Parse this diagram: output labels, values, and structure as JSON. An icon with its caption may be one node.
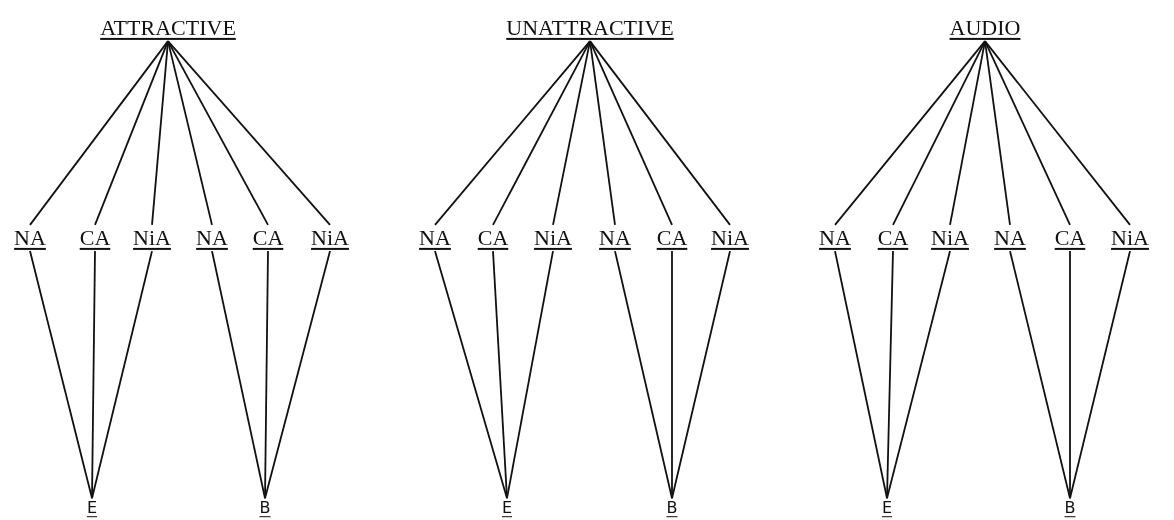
{
  "diagram": {
    "nodes": [
      {
        "text": [
          "ATTRACTIVE"
        ]
      },
      {
        "text": [
          "NA"
        ]
      },
      {
        "text": [
          "CA"
        ]
      },
      {
        "text": [
          "NiA"
        ]
      },
      {
        "text": [
          "NA"
        ]
      },
      {
        "text": [
          "CA"
        ]
      },
      {
        "text": [
          "NiA"
        ]
      },
      {
        "text": [
          "E"
        ]
      },
      {
        "text": [
          "B"
        ]
      },
      {
        "text": [
          "UNATTRACTIVE"
        ]
      },
      {
        "text": [
          "NA"
        ]
      },
      {
        "text": [
          "CA"
        ]
      },
      {
        "text": [
          "NiA"
        ]
      },
      {
        "text": [
          "NA"
        ]
      },
      {
        "text": [
          "CA"
        ]
      },
      {
        "text": [
          "NiA"
        ]
      },
      {
        "text": [
          "E"
        ]
      },
      {
        "text": [
          "B"
        ]
      },
      {
        "text": [
          "AUDIO"
        ]
      },
      {
        "text": [
          "NA"
        ]
      },
      {
        "text": [
          "CA"
        ]
      },
      {
        "text": [
          "NiA"
        ]
      },
      {
        "text": [
          "NA"
        ]
      },
      {
        "text": [
          "CA"
        ]
      },
      {
        "text": [
          "NiA"
        ]
      },
      {
        "text": [
          "E"
        ]
      },
      {
        "text": [
          "B"
        ]
      }
    ],
    "edges": [
      {
        "from": 0,
        "to": 1,
        "arrow": "none"
      },
      {
        "from": 0,
        "to": 2,
        "arrow": "none"
      },
      {
        "from": 0,
        "to": 3,
        "arrow": "none"
      },
      {
        "from": 0,
        "to": 4,
        "arrow": "none"
      },
      {
        "from": 0,
        "to": 5,
        "arrow": "none"
      },
      {
        "from": 0,
        "to": 6,
        "arrow": "none"
      },
      {
        "from": 1,
        "to": 7,
        "arrow": "none"
      },
      {
        "from": 2,
        "to": 7,
        "arrow": "none"
      },
      {
        "from": 3,
        "to": 7,
        "arrow": "none"
      },
      {
        "from": 4,
        "to": 8,
        "arrow": "none"
      },
      {
        "from": 5,
        "to": 8,
        "arrow": "none"
      },
      {
        "from": 6,
        "to": 8,
        "arrow": "none"
      },
      {
        "from": 9,
        "to": 10,
        "arrow": "none"
      },
      {
        "from": 9,
        "to": 11,
        "arrow": "none"
      },
      {
        "from": 9,
        "to": 12,
        "arrow": "none"
      },
      {
        "from": 9,
        "to": 13,
        "arrow": "none"
      },
      {
        "from": 9,
        "to": 14,
        "arrow": "none"
      },
      {
        "from": 9,
        "to": 15,
        "arrow": "none"
      },
      {
        "from": 10,
        "to": 16,
        "arrow": "none"
      },
      {
        "from": 11,
        "to": 16,
        "arrow": "none"
      },
      {
        "from": 12,
        "to": 16,
        "arrow": "none"
      },
      {
        "from": 13,
        "to": 17,
        "arrow": "none"
      },
      {
        "from": 14,
        "to": 17,
        "arrow": "none"
      },
      {
        "from": 15,
        "to": 17,
        "arrow": "none"
      },
      {
        "from": 18,
        "to": 19,
        "arrow": "none"
      },
      {
        "from": 18,
        "to": 20,
        "arrow": "none"
      },
      {
        "from": 18,
        "to": 21,
        "arrow": "none"
      },
      {
        "from": 18,
        "to": 22,
        "arrow": "none"
      },
      {
        "from": 18,
        "to": 23,
        "arrow": "none"
      },
      {
        "from": 18,
        "to": 24,
        "arrow": "none"
      },
      {
        "from": 19,
        "to": 25,
        "arrow": "none"
      },
      {
        "from": 20,
        "to": 25,
        "arrow": "none"
      },
      {
        "from": 21,
        "to": 25,
        "arrow": "none"
      },
      {
        "from": 22,
        "to": 26,
        "arrow": "none"
      },
      {
        "from": 23,
        "to": 26,
        "arrow": "none"
      },
      {
        "from": 24,
        "to": 26,
        "arrow": "none"
      }
    ]
  }
}
